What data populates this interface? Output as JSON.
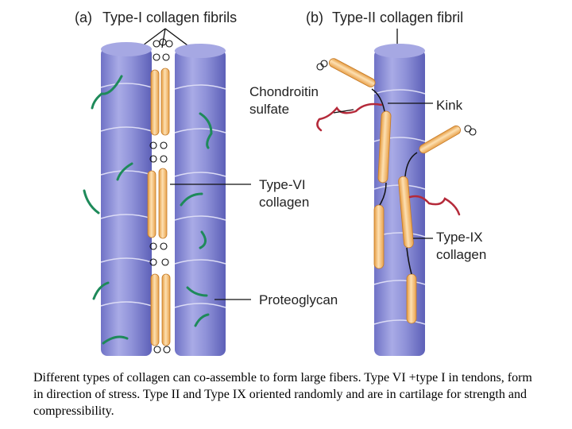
{
  "panels": {
    "a": {
      "letter": "(a)",
      "title": "Type-I collagen fibrils"
    },
    "b": {
      "letter": "(b)",
      "title": "Type-II collagen fibril"
    }
  },
  "labels": {
    "chondroitin_line1": "Chondroitin",
    "chondroitin_line2": "sulfate",
    "kink": "Kink",
    "type6_line1": "Type-VI",
    "type6_line2": "collagen",
    "type9_line1": "Type-IX",
    "type9_line2": "collagen",
    "proteoglycan": "Proteoglycan"
  },
  "caption": "Different types of collagen can co-assemble to form large fibers.  Type VI +type I in tendons, form in direction of stress.  Type II and Type IX oriented randomly and are in cartilage for strength and compressibility.",
  "colors": {
    "fibril": "#8d8fd6",
    "fibril_light": "#c7c8ef",
    "collagen_rod": "#f5b461",
    "chondroitin": "#b52a3a",
    "proteoglycan": "#1e8a5a",
    "line": "#111111"
  }
}
